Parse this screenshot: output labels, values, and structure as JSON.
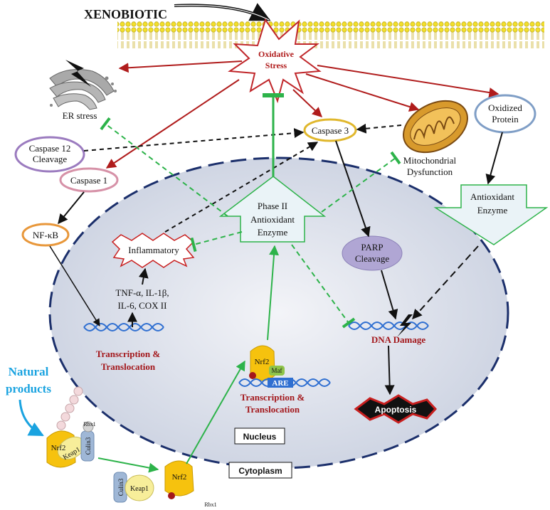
{
  "labels": {
    "xenobiotic": "XENOBIOTIC",
    "oxidative": "Oxidative",
    "stress": "Stress",
    "er_stress": "ER stress",
    "caspase12_line1": "Caspase 12",
    "caspase12_line2": "Cleavage",
    "caspase1": "Caspase 1",
    "caspase3": "Caspase 3",
    "mito_line1": "Mitochondrial",
    "mito_line2": "Dysfunction",
    "oxprot_line1": "Oxidized",
    "oxprot_line2": "Protein",
    "antiox_line1": "Antioxidant",
    "antiox_line2": "Enzyme",
    "phase_line1": "Phase II",
    "phase_line2": "Antioxidant",
    "phase_line3": "Enzyme",
    "nfkb": "NF-κB",
    "inflammatory": "Inflammatory",
    "cyto_line1": "TNF-α, IL-1β,",
    "cyto_line2": "IL-6, COX II",
    "tt_left_line1": "Transcription &",
    "tt_left_line2": "Translocation",
    "tt_mid_line1": "Transcription &",
    "tt_mid_line2": "Translocation",
    "parp_line1": "PARP",
    "parp_line2": "Cleavage",
    "dna_damage": "DNA Damage",
    "apoptosis": "Apoptosis",
    "natural_line1": "Natural",
    "natural_line2": "products",
    "nucleus": "Nucleus",
    "cytoplasm": "Cytoplasm",
    "nrf2_complex": "Nrf2",
    "keap1_complex": "Keap1",
    "cul3_complex": "Culin3",
    "rbx1_complex": "Rbx1",
    "nrf2_free": "Nrf2",
    "keap1_free": "Keap1",
    "cul3_free": "Culin3",
    "rbx1_free": "Rbx1",
    "nrf2_nuc": "Nrf2",
    "maf": "Maf",
    "are": "ARE"
  },
  "colors": {
    "membrane": "#f2df2a",
    "nucleus_fill": "#dfe3ee",
    "nucleus_border": "#1b2f6b",
    "red_arrow": "#b01c1c",
    "green_arrow": "#2db34a",
    "black_arrow": "#111111",
    "green_dashed": "#2db34a",
    "nrf2_yellow": "#f6c20e",
    "keap1_yellow": "#f7ee9a",
    "cul3_blue": "#9fb7d6",
    "dna_blue": "#2f6fd1",
    "apoptosis_red": "#c81f1f",
    "natural_blue": "#1aa3e0"
  }
}
